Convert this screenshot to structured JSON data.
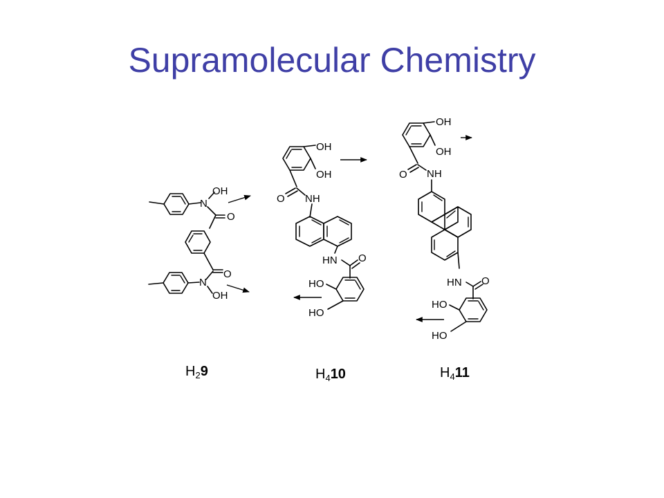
{
  "title": "Supramolecular Chemistry",
  "compounds": [
    {
      "label_h": "H",
      "label_sub": "2",
      "label_num": "9",
      "atoms": {
        "n1": "N",
        "oh1": "OH",
        "o1": "O",
        "o2": "O",
        "n2": "N",
        "oh2": "OH"
      }
    },
    {
      "label_h": "H",
      "label_sub": "4",
      "label_num": "10",
      "atoms": {
        "oh1": "OH",
        "oh2": "OH",
        "o1": "O",
        "nh1": "NH",
        "hn2": "HN",
        "o2": "O",
        "ho1": "HO",
        "ho2": "HO"
      }
    },
    {
      "label_h": "H",
      "label_sub": "4",
      "label_num": "11",
      "atoms": {
        "oh1": "OH",
        "oh2": "OH",
        "o1": "O",
        "nh1": "NH",
        "hn2": "HN",
        "o2": "O",
        "ho1": "HO",
        "ho2": "HO"
      }
    }
  ],
  "colors": {
    "title": "#3f3fa6",
    "structure": "#000000"
  }
}
